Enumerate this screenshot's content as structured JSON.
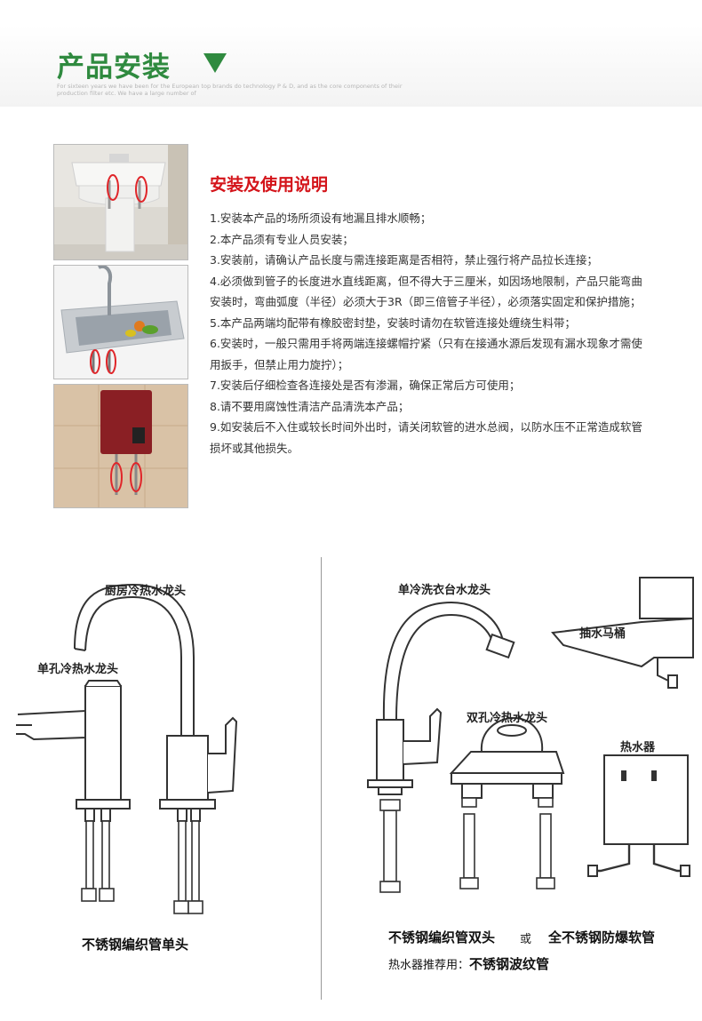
{
  "header": {
    "title": "产品安装",
    "subtitle": "For sixteen years we have been for the European top brands do technology P & D, and as the core components of their production filter etc. We have a large number of"
  },
  "photos": [
    {
      "name": "washbasin-photo"
    },
    {
      "name": "kitchen-sink-photo"
    },
    {
      "name": "water-heater-photo"
    }
  ],
  "instructions": {
    "title": "安装及使用说明",
    "items": [
      "1.安装本产品的场所须设有地漏且排水顺畅；",
      "2.本产品须有专业人员安装；",
      "3.安装前，请确认产品长度与需连接距离是否相符，禁止强行将产品拉长连接；",
      "4.必须做到管子的长度进水直线距离，但不得大于三厘米，如因场地限制，产品只能弯曲安装时，弯曲弧度（半径）必须大于3R（即三倍管子半径），必须落实固定和保护措施；",
      "5.本产品两端均配带有橡胶密封垫，安装时请勿在软管连接处缠绕生料带；",
      "6.安装时，一般只需用手将两端连接螺帽拧紧（只有在接通水源后发现有漏水现象才需使用扳手，但禁止用力旋拧）；",
      "7.安装后仔细检查各连接处是否有渗漏，确保正常后方可使用；",
      "8.请不要用腐蚀性清洁产品清洗本产品；",
      "9.如安装后不入住或较长时间外出时，请关闭软管的进水总阀，以防水压不正常造成软管损坏或其他损失。"
    ]
  },
  "diagrams": {
    "kitchen_faucet_label": "厨房冷热水龙头",
    "single_hole_faucet_label": "单孔冷热水龙头",
    "left_caption": "不锈钢编织管单头",
    "basin_faucet_label": "单冷洗衣台水龙头",
    "toilet_label": "抽水马桶",
    "double_hole_faucet_label": "双孔冷热水龙头",
    "water_heater_label": "热水器",
    "right_caption_a": "不锈钢编织管双头",
    "right_caption_or": "或",
    "right_caption_b": "全不锈钢防爆软管",
    "recommend_prefix": "热水器推荐用：",
    "recommend_value": "不锈钢波纹管"
  },
  "colors": {
    "title_green": "#2f8a3f",
    "section_red": "#d4141a",
    "marker_red": "#e0262a"
  }
}
